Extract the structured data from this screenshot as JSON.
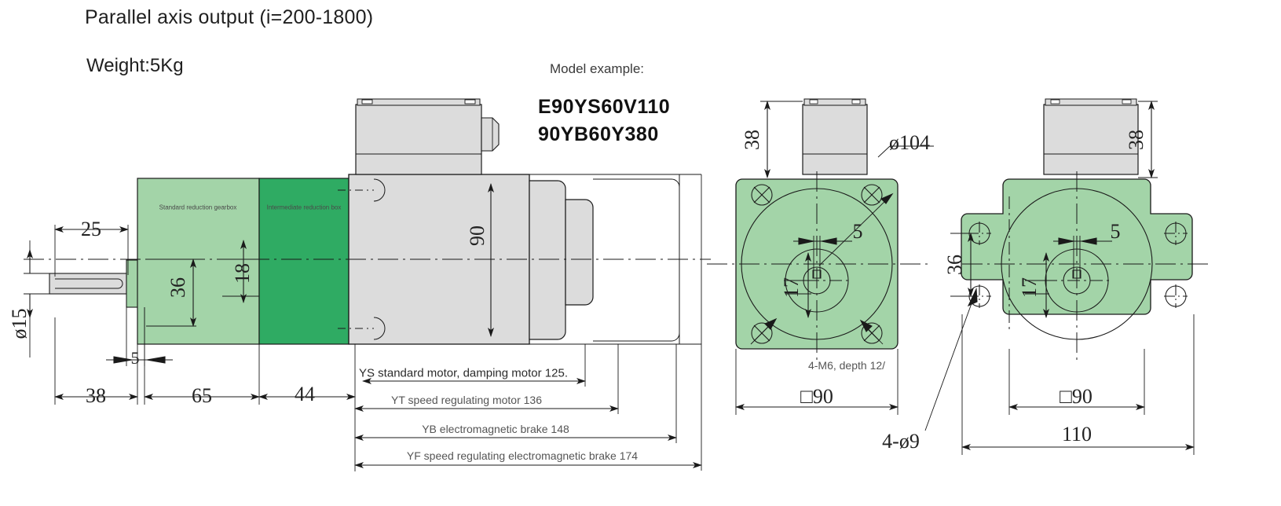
{
  "header": {
    "title": "Parallel axis output (i=200-1800)",
    "weight": "Weight:5Kg",
    "model_example_label": "Model example:",
    "model_1": "E90YS60V110",
    "model_2": "90YB60Y380"
  },
  "colors": {
    "gearbox_light_green": "#a3d4a8",
    "gearbox_dark_green": "#2fab63",
    "body_gray": "#dcdcdc",
    "outline": "#1a1a1a",
    "dim_text": "#2b2b2b"
  },
  "side_view": {
    "part_labels": {
      "standard_gearbox": "Standard reduction gearbox",
      "intermediate_box": "Intermediate reduction box"
    },
    "dimensions": {
      "shaft_length": "25",
      "shaft_diameter": "ø15",
      "flange_height": "36",
      "offset_18": "18",
      "step_5": "5",
      "body_height": "90",
      "len_38": "38",
      "len_65": "65",
      "len_44": "44"
    },
    "length_notes": [
      "YS standard motor, damping motor 125.",
      "YT speed regulating motor 136",
      "YB electromagnetic brake 148",
      "YF speed regulating electromagnetic brake 174"
    ]
  },
  "end_view_left": {
    "dimensions": {
      "terminal_height": "38",
      "bore_circle": "ø104",
      "key_width": "5",
      "shaft_17": "17",
      "square": "□90"
    },
    "notes": {
      "threads": "4-M6, depth 12/"
    }
  },
  "end_view_right": {
    "dimensions": {
      "terminal_height": "38",
      "lug_spacing": "36",
      "key_width": "5",
      "shaft_17": "17",
      "square": "□90",
      "overall_width": "110"
    },
    "notes": {
      "holes": "4-ø9"
    }
  },
  "chart_data": {
    "type": "table",
    "title": "Parallel axis output (i=200-1800)",
    "categories": [
      "25",
      "ø15",
      "36",
      "18",
      "5",
      "90",
      "38",
      "65",
      "44",
      "ø104",
      "17",
      "□90",
      "110",
      "36",
      "38"
    ],
    "values": [
      25,
      15,
      36,
      18,
      5,
      90,
      38,
      65,
      44,
      104,
      17,
      90,
      110,
      36,
      38
    ]
  }
}
